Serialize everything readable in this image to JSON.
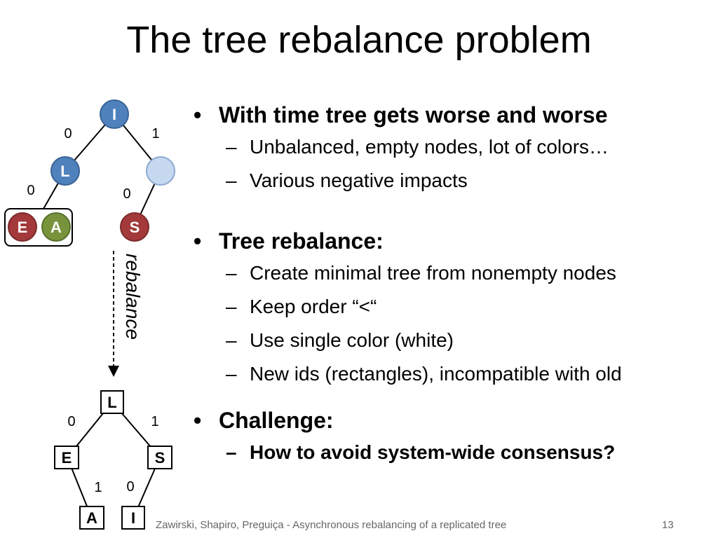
{
  "slide": {
    "title": "The tree rebalance problem",
    "bullets": [
      {
        "text": "With time tree gets worse and worse",
        "subitems": [
          "Unbalanced, empty nodes, lot of colors…",
          "Various negative impacts"
        ]
      },
      {
        "text": "Tree rebalance:",
        "subitems": [
          "Create minimal tree from nonempty nodes",
          "Keep order “<“",
          "Use single color (white)",
          "New ids (rectangles), incompatible with old"
        ]
      },
      {
        "text": "Challenge:",
        "subitems": [
          "How to avoid system-wide consensus?"
        ]
      }
    ],
    "bullet_symbol": "•",
    "dash_symbol": "–",
    "footer": "Zawirski, Shapiro, Preguiça - Asynchronous rebalancing of a replicated tree",
    "page_number": "13"
  },
  "diagram": {
    "old_tree": {
      "nodes": {
        "root": "I",
        "left": "L",
        "left_child_1": "E",
        "left_child_2": "A",
        "right_child": "S"
      },
      "edge_labels": {
        "root_left": "0",
        "root_right": "1",
        "left_down": "0",
        "right_down": "0"
      }
    },
    "arrow_label": "rebalance",
    "new_tree": {
      "nodes": {
        "root": "L",
        "left": "E",
        "right": "S",
        "left_child": "A",
        "right_child": "I"
      },
      "edge_labels": {
        "root_left": "0",
        "root_right": "1",
        "left_down": "1",
        "right_down": "0"
      }
    },
    "colors": {
      "blue": "#4F81BD",
      "light_blue": "#C6D9F1",
      "red": "#A3393A",
      "green": "#77933C",
      "line": "#000000"
    }
  }
}
